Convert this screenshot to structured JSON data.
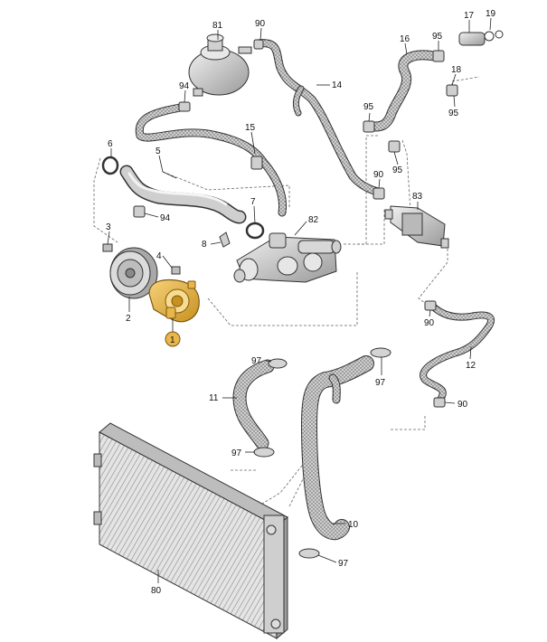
{
  "labels": [
    {
      "id": "81",
      "text": "81"
    },
    {
      "id": "90a",
      "text": "90"
    },
    {
      "id": "17",
      "text": "17"
    },
    {
      "id": "19",
      "text": "19"
    },
    {
      "id": "16",
      "text": "16"
    },
    {
      "id": "95a",
      "text": "95"
    },
    {
      "id": "18",
      "text": "18"
    },
    {
      "id": "95b",
      "text": "95"
    },
    {
      "id": "94a",
      "text": "94"
    },
    {
      "id": "14",
      "text": "14"
    },
    {
      "id": "95c",
      "text": "95"
    },
    {
      "id": "95d",
      "text": "95"
    },
    {
      "id": "15",
      "text": "15"
    },
    {
      "id": "6",
      "text": "6"
    },
    {
      "id": "5",
      "text": "5"
    },
    {
      "id": "90b",
      "text": "90"
    },
    {
      "id": "83",
      "text": "83"
    },
    {
      "id": "94b",
      "text": "94"
    },
    {
      "id": "7",
      "text": "7"
    },
    {
      "id": "82",
      "text": "82"
    },
    {
      "id": "3",
      "text": "3"
    },
    {
      "id": "8",
      "text": "8"
    },
    {
      "id": "4",
      "text": "4"
    },
    {
      "id": "2",
      "text": "2"
    },
    {
      "id": "1",
      "text": "1"
    },
    {
      "id": "90c",
      "text": "90"
    },
    {
      "id": "12",
      "text": "12"
    },
    {
      "id": "97a",
      "text": "97"
    },
    {
      "id": "97b",
      "text": "97"
    },
    {
      "id": "11",
      "text": "11"
    },
    {
      "id": "90d",
      "text": "90"
    },
    {
      "id": "97c",
      "text": "97"
    },
    {
      "id": "10",
      "text": "10"
    },
    {
      "id": "97d",
      "text": "97"
    },
    {
      "id": "80",
      "text": "80"
    }
  ],
  "colors": {
    "highlight": "#e8b64a",
    "highlight_dark": "#a67a1c",
    "part_fill": "#d9d9d9",
    "part_shade": "#a9a9a9",
    "hose_fill": "#c8c8c8",
    "line": "#222222"
  }
}
